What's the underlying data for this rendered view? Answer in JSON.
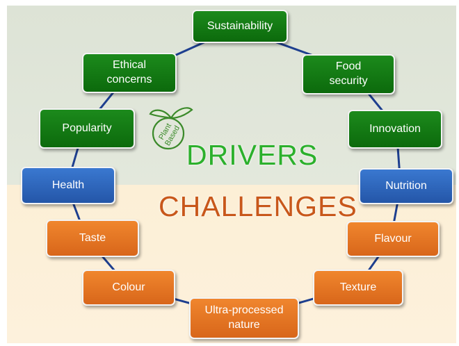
{
  "labels": {
    "drivers": "DRIVERS",
    "challenges": "CHALLENGES"
  },
  "logo": {
    "line1": "Plant",
    "line2": "Based"
  },
  "nodes": {
    "sustainability": "Sustainability",
    "food_security": "Food\nsecurity",
    "innovation": "Innovation",
    "nutrition": "Nutrition",
    "flavour": "Flavour",
    "texture": "Texture",
    "ultra_processed": "Ultra-processed\nnature",
    "colour": "Colour",
    "taste": "Taste",
    "health": "Health",
    "popularity": "Popularity",
    "ethical_concerns": "Ethical\nconcerns"
  },
  "colors": {
    "driver_node": "#0c6a0c",
    "neutral_node": "#2456a8",
    "challenge_node": "#d8661a",
    "connector": "#1e3f8f",
    "drivers_text": "#2cb02c",
    "challenges_text": "#c8571a",
    "top_band": "#dde3d6",
    "bottom_band": "#fcefd6"
  }
}
